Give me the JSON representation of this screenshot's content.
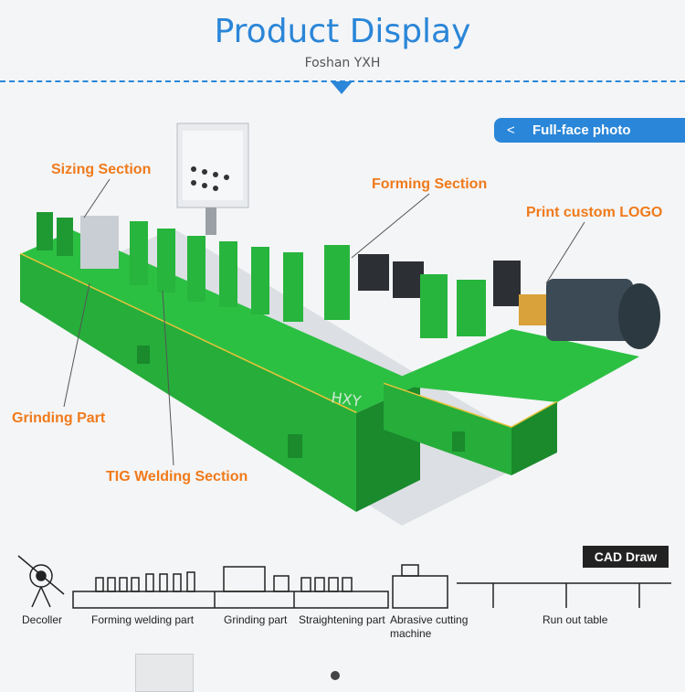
{
  "header": {
    "title": "Product Display",
    "subtitle": "Foshan YXH"
  },
  "full_face_button": {
    "chevron": "<",
    "label": "Full-face photo"
  },
  "callouts": {
    "sizing": "Sizing Section",
    "forming": "Forming Section",
    "logo": "Print custom LOGO",
    "grinding": "Grinding Part",
    "tig": "TIG Welding Section"
  },
  "machine": {
    "brand_mark": "HXY",
    "colors": {
      "body": "#27b53d",
      "body_dark": "#1a8a2c",
      "top_edge": "#e8c23a",
      "motor": "#3c4a55"
    }
  },
  "cad": {
    "badge": "CAD Draw",
    "labels": [
      "Decoller",
      "Forming welding part",
      "Grinding part",
      "Straightening part",
      "Abrasive cutting",
      "machine",
      "Run out table"
    ]
  },
  "accent_color": "#2a86d8",
  "callout_color": "#f07a1a"
}
